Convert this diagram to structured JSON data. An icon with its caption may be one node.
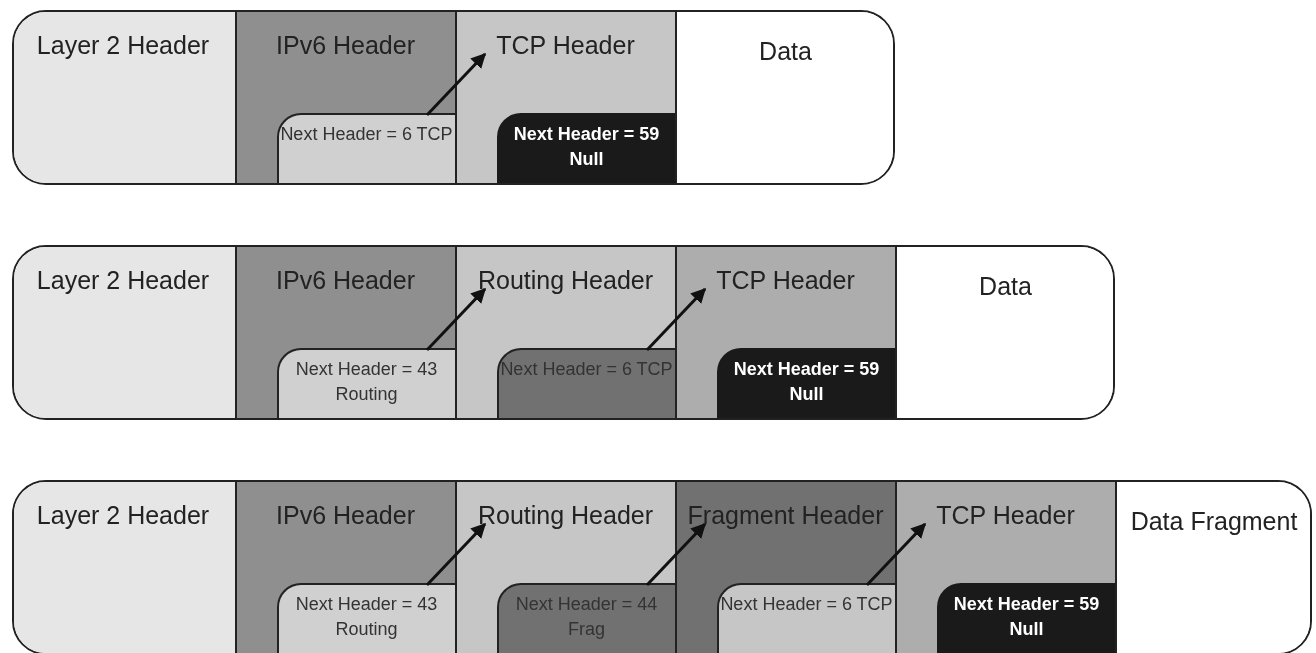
{
  "diagram": {
    "nodes": [
      {
        "text": [
          "Layer 2 Header"
        ]
      },
      {
        "text": [
          "IPv6 Header"
        ]
      },
      {
        "text": [
          "Next Header = 6 TCP"
        ],
        "in": 1
      },
      {
        "text": [
          "TCP Header"
        ]
      },
      {
        "text": [
          "Next Header = 59 Null"
        ],
        "in": 3
      },
      {
        "text": [
          "Data"
        ]
      },
      {
        "text": [
          "Layer 2 Header"
        ]
      },
      {
        "text": [
          "IPv6 Header"
        ]
      },
      {
        "text": [
          "Next Header = 43 Routing"
        ],
        "in": 7
      },
      {
        "text": [
          "Routing Header"
        ]
      },
      {
        "text": [
          "Next Header = 6 TCP"
        ],
        "in": 9
      },
      {
        "text": [
          "TCP Header"
        ]
      },
      {
        "text": [
          "Next Header = 59 Null"
        ],
        "in": 11
      },
      {
        "text": [
          "Data"
        ]
      },
      {
        "text": [
          "Layer 2 Header"
        ]
      },
      {
        "text": [
          "IPv6 Header"
        ]
      },
      {
        "text": [
          "Next Header = 43 Routing"
        ],
        "in": 15
      },
      {
        "text": [
          "Routing Header"
        ]
      },
      {
        "text": [
          "Next Header = 44 Frag"
        ],
        "in": 17
      },
      {
        "text": [
          "Fragment Header"
        ]
      },
      {
        "text": [
          "Next Header = 6 TCP"
        ],
        "in": 19
      },
      {
        "text": [
          "TCP Header"
        ]
      },
      {
        "text": [
          "Next Header = 59 Null"
        ],
        "in": 21
      },
      {
        "text": [
          "Data Fragment"
        ]
      }
    ],
    "edges": [
      {
        "from": 2,
        "to": 3,
        "arrow": "to"
      },
      {
        "from": 8,
        "to": 9,
        "arrow": "to"
      },
      {
        "from": 10,
        "to": 11,
        "arrow": "to"
      },
      {
        "from": 16,
        "to": 17,
        "arrow": "to"
      },
      {
        "from": 18,
        "to": 19,
        "arrow": "to"
      },
      {
        "from": 20,
        "to": 21,
        "arrow": "to"
      }
    ]
  }
}
